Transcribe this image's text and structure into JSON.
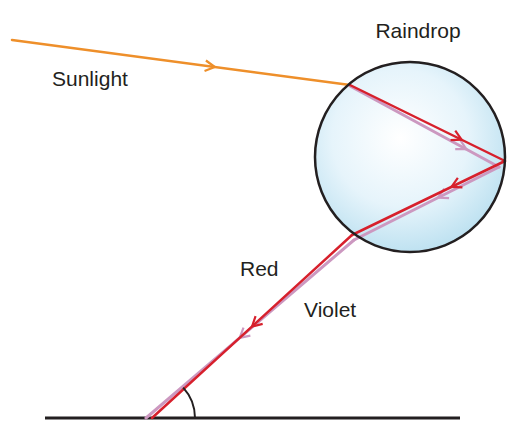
{
  "diagram": {
    "nodes": [
      {
        "text": [
          "Raindrop"
        ]
      }
    ],
    "labels": [
      "Sunlight",
      "Red",
      "Violet"
    ]
  }
}
